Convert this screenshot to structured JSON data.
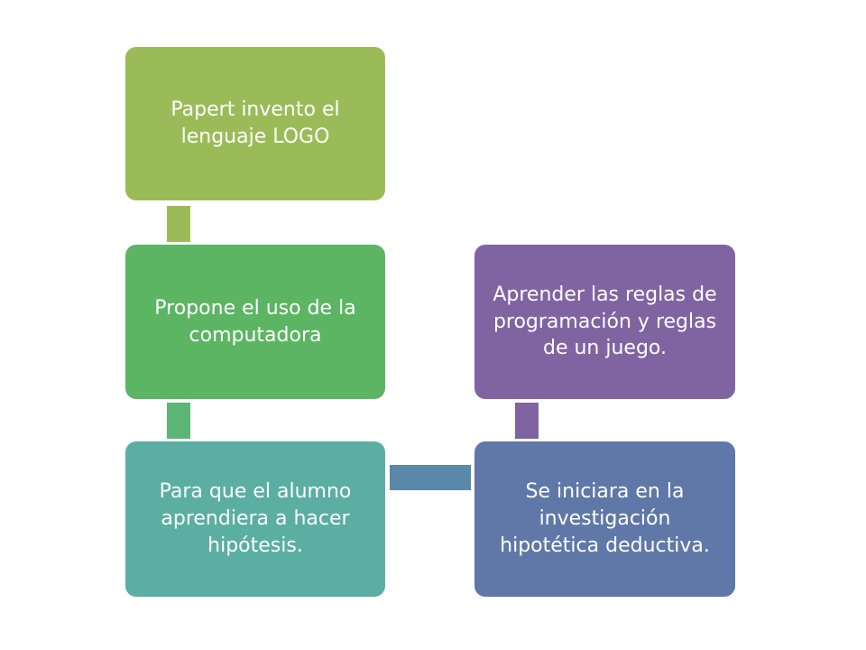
{
  "diagram": {
    "nodes": [
      {
        "id": "logo",
        "text": "Papert invento el lenguaje LOGO",
        "color": "#9bbb59"
      },
      {
        "id": "computer",
        "text": "Propone el uso de la computadora",
        "color": "#5cb563"
      },
      {
        "id": "hypo",
        "text": "Para que el alumno aprendiera a hacer hipótesis.",
        "color": "#5aaea2"
      },
      {
        "id": "invest",
        "text": "Se iniciara en la investigación hipotética deductiva.",
        "color": "#5f78a8"
      },
      {
        "id": "rules",
        "text": "Aprender las reglas de programación y reglas de un juego.",
        "color": "#8064a2"
      }
    ],
    "connectors": [
      {
        "from": "logo",
        "to": "computer",
        "color": "#9bbb59"
      },
      {
        "from": "computer",
        "to": "hypo",
        "color": "#5cb575"
      },
      {
        "from": "hypo",
        "to": "invest",
        "color": "#5a88a8"
      },
      {
        "from": "invest",
        "to": "rules",
        "color": "#8064a2"
      }
    ]
  }
}
